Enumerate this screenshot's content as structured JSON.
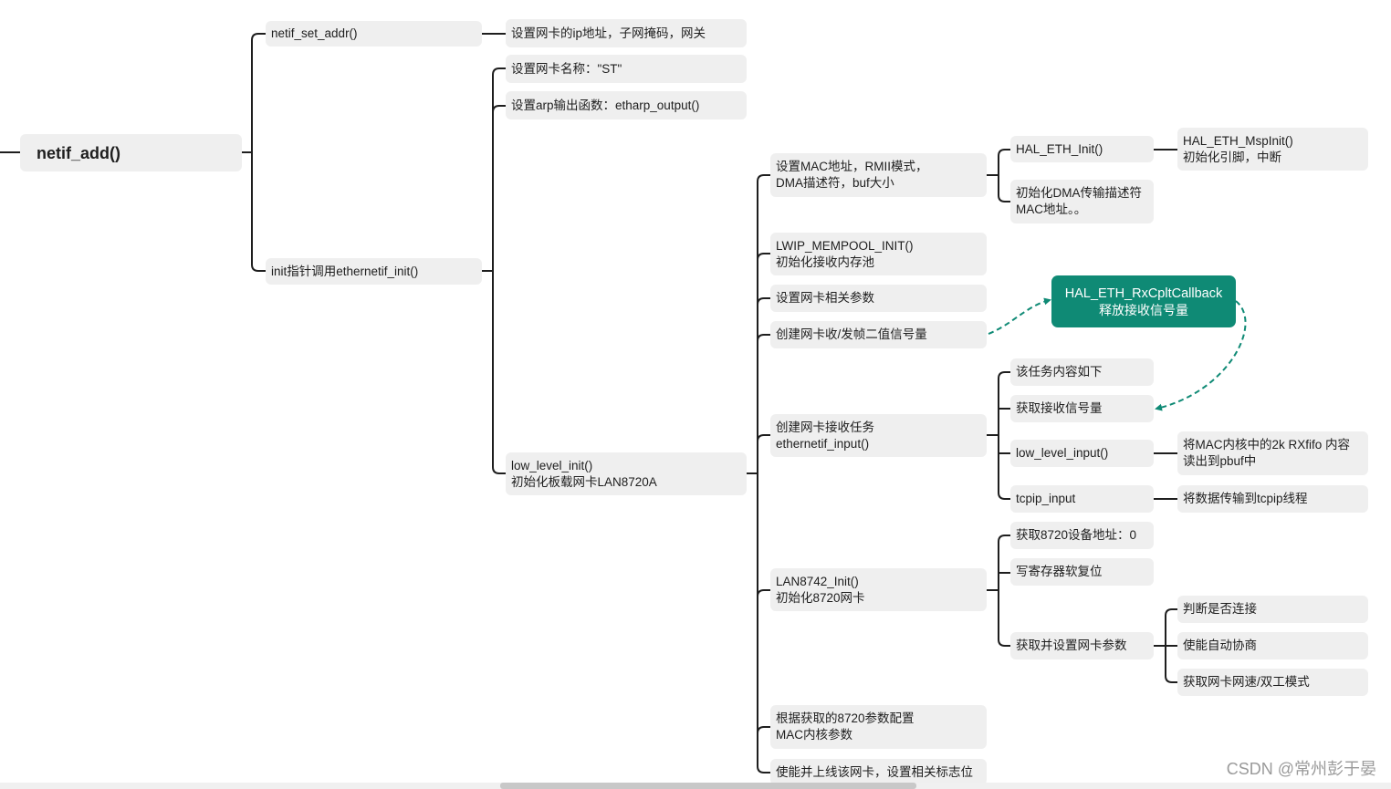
{
  "mindmap": {
    "root": "netif_add()",
    "netif_set_addr": "netif_set_addr()",
    "set_ip": "设置网卡的ip地址，子网掩码，网关",
    "init_call": "init指针调用ethernetif_init()",
    "set_name": "设置网卡名称：\"ST\"",
    "set_arp": "设置arp输出函数：etharp_output()",
    "low_level_init": [
      "low_level_init()",
      "初始化板载网卡LAN8720A"
    ],
    "set_mac": [
      "设置MAC地址，RMII模式，",
      "DMA描述符，buf大小"
    ],
    "hal_eth_init": "HAL_ETH_Init()",
    "hal_eth_mspinit": [
      "HAL_ETH_MspInit()",
      "初始化引脚，中断"
    ],
    "dma_desc_init": [
      "初始化DMA传输描述符",
      "MAC地址。。"
    ],
    "lwip_mempool": [
      "LWIP_MEMPOOL_INIT()",
      "初始化接收内存池"
    ],
    "set_params": "设置网卡相关参数",
    "create_sem": "创建网卡收/发帧二值信号量",
    "callback": [
      "HAL_ETH_RxCpltCallback",
      "释放接收信号量"
    ],
    "create_task": [
      "创建网卡接收任务",
      "ethernetif_input()"
    ],
    "task_content": "该任务内容如下",
    "get_sem": "获取接收信号量",
    "low_level_input": "low_level_input()",
    "read_fifo": [
      "将MAC内核中的2k RXfifo 内容",
      "读出到pbuf中"
    ],
    "tcpip_input": "tcpip_input",
    "to_tcpip": "将数据传输到tcpip线程",
    "lan8742_init": [
      "LAN8742_Init()",
      "初始化8720网卡"
    ],
    "get_addr": "获取8720设备地址：0",
    "soft_reset": "写寄存器软复位",
    "get_set_params": "获取并设置网卡参数",
    "check_link": "判断是否连接",
    "auto_neg": "使能自动协商",
    "get_speed": "获取网卡网速/双工模式",
    "config_mac": [
      "根据获取的8720参数配置",
      "MAC内核参数"
    ],
    "enable_netif": "使能并上线该网卡，设置相关标志位"
  },
  "colors": {
    "node_bg": "#efefef",
    "line": "#1e1e1e",
    "accent": "#0f8a75"
  },
  "watermark": "CSDN @常州彭于晏"
}
